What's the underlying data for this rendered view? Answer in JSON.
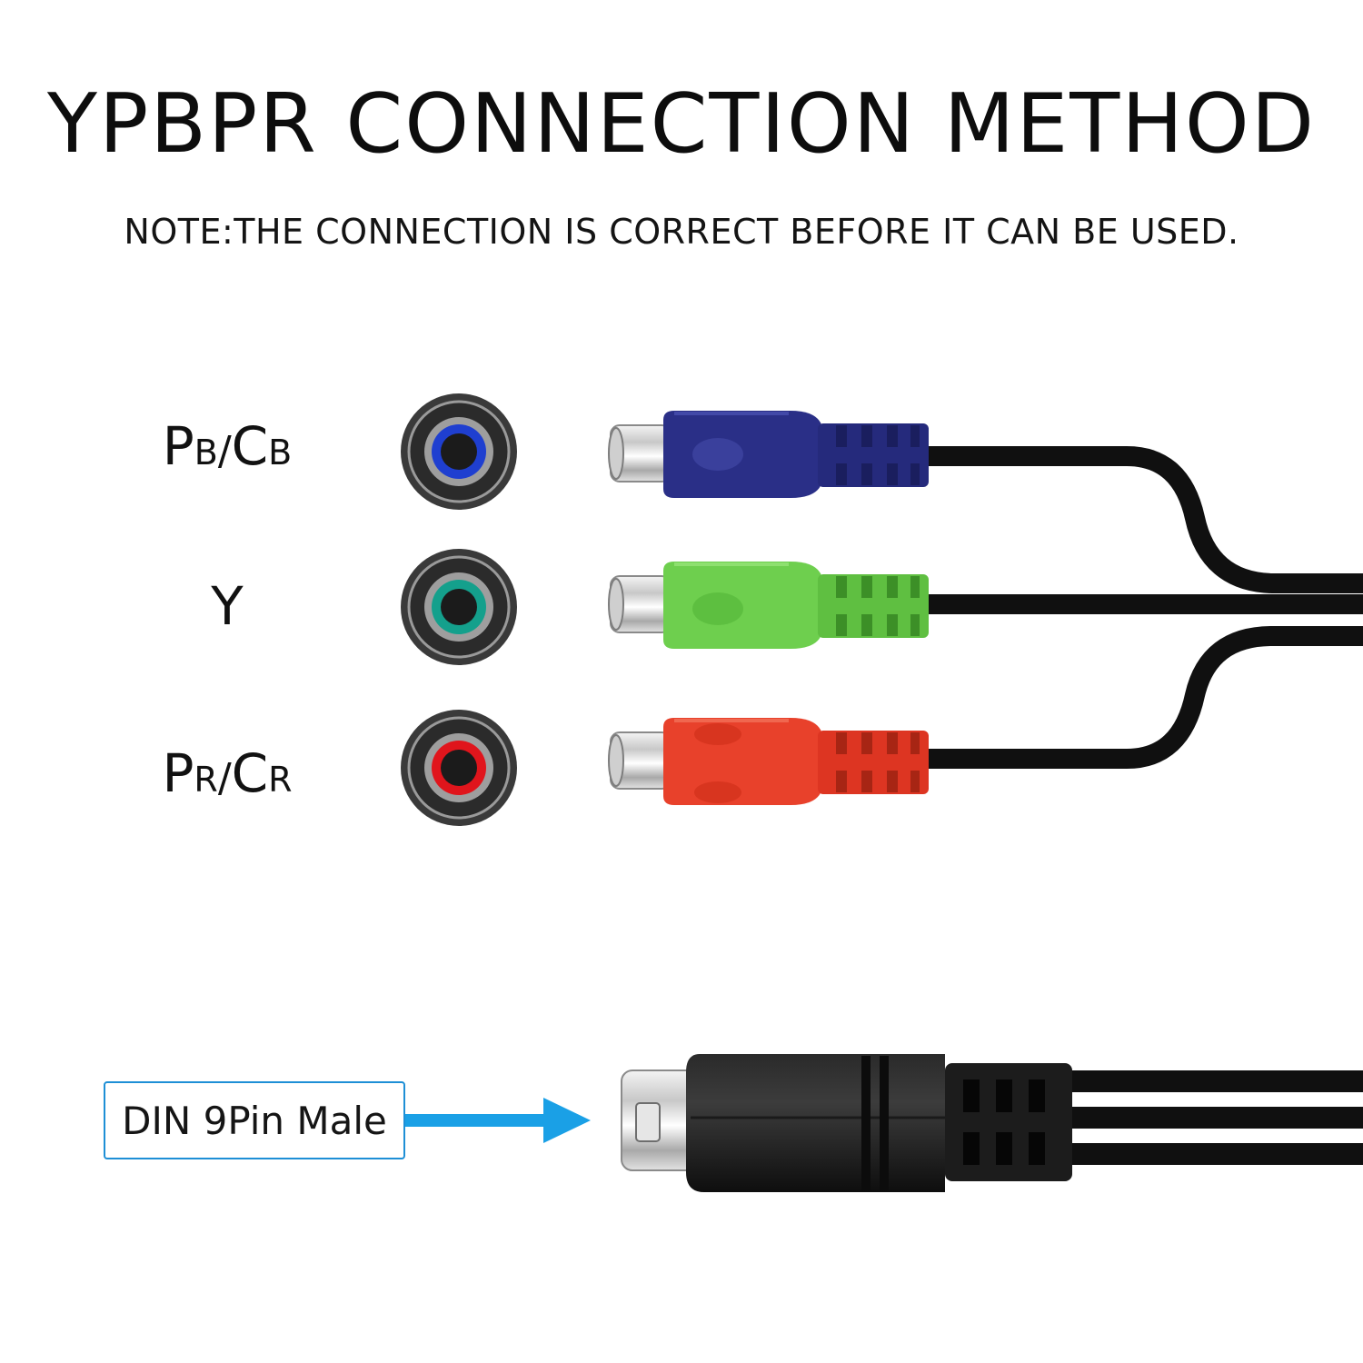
{
  "title": "YPBPR CONNECTION METHOD",
  "note": "NOTE:THE CONNECTION IS CORRECT BEFORE IT CAN BE USED.",
  "connectors": [
    {
      "main1": "P",
      "sub1": "B",
      "slash": "/",
      "main2": "C",
      "sub2": "B",
      "color": "#2a2f87",
      "ring": "#1f3fd0"
    },
    {
      "main1": "Y",
      "color": "#6ecf4e",
      "ring": "#14a08c"
    },
    {
      "main1": "P",
      "sub1": "R",
      "slash": "/",
      "main2": "C",
      "sub2": "R",
      "color": "#e8412b",
      "ring": "#e0151c"
    }
  ],
  "din_label": "DIN 9Pin Male",
  "colors": {
    "cable": "#101010",
    "arrow": "#1aa0e6",
    "label_border": "#1e8fd6"
  }
}
